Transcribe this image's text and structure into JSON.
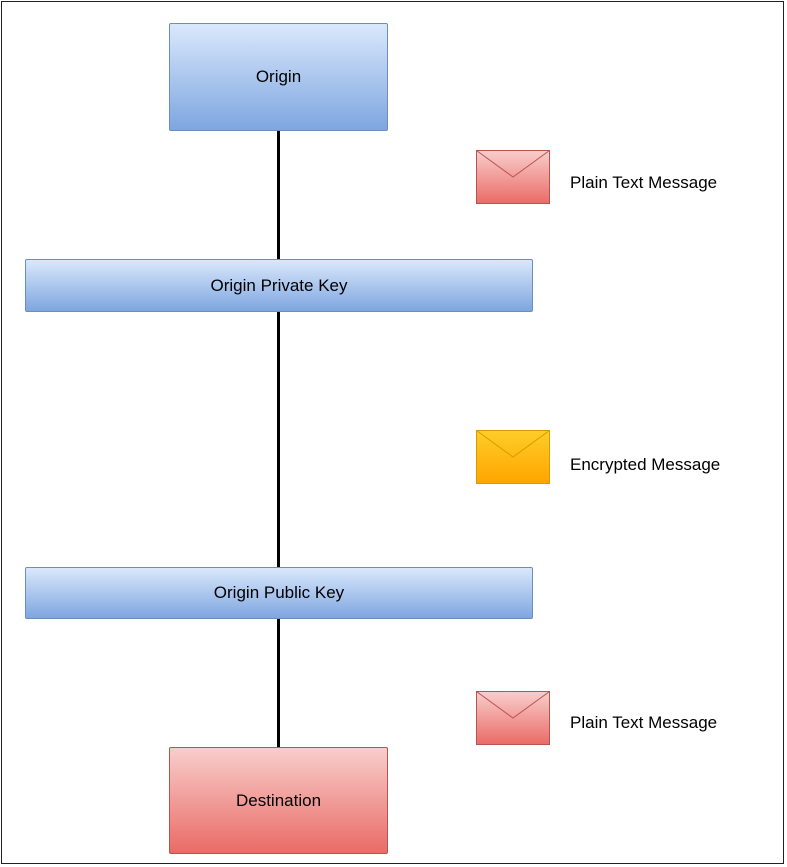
{
  "nodes": {
    "origin": "Origin",
    "private_key": "Origin Private Key",
    "public_key": "Origin Public Key",
    "destination": "Destination"
  },
  "messages": [
    {
      "label": "Plain Text Message",
      "icon": "envelope-icon",
      "color": "#ea6b66"
    },
    {
      "label": "Encrypted Message",
      "icon": "envelope-icon",
      "color": "#ffa500"
    },
    {
      "label": "Plain Text Message",
      "icon": "envelope-icon",
      "color": "#ea6b66"
    }
  ]
}
